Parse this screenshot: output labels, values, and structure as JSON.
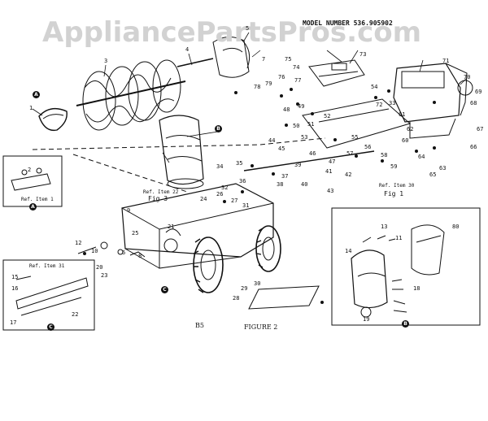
{
  "watermark": "AppliancePartsPros.com",
  "model_number": "MODEL NUMBER 536.905902",
  "page_code": "B5",
  "figure_title": "FIGURE 2",
  "fig_labels": {
    "fig1": "Fig 1",
    "fig3": "Fig 3"
  },
  "ref_labels": {
    "item1": "Ref. Item 1",
    "item22": "Ref. Item 22",
    "item30": "Ref. Item 30",
    "item31": "Ref. Item 31"
  },
  "callouts": {
    "a": "A",
    "b": "B",
    "c": "C"
  },
  "part_numbers": {
    "n1": "1",
    "n2": "2",
    "n3": "3",
    "n4": "4",
    "n5": "5",
    "n6": "6",
    "n7": "7",
    "n8": "8",
    "n9": "9",
    "n10": "10",
    "n11": "11",
    "n12": "12",
    "n13": "13",
    "n14": "14",
    "n15": "15",
    "n16": "16",
    "n17": "17",
    "n18": "18",
    "n19": "19",
    "n20": "20",
    "n21": "21",
    "n22": "22",
    "n23": "23",
    "n24": "24",
    "n25": "25",
    "n26": "26",
    "n27": "27",
    "n28": "28",
    "n29": "29",
    "n30": "30",
    "n31": "31",
    "n32": "32",
    "n33": "33",
    "n34": "34",
    "n35": "35",
    "n36": "36",
    "n37": "37",
    "n38": "38",
    "n39": "39",
    "n40": "40",
    "n41": "41",
    "n42": "42",
    "n43": "43",
    "n44": "44",
    "n45": "45",
    "n46": "46",
    "n47": "47",
    "n48": "48",
    "n49": "49",
    "n50": "50",
    "n51": "51",
    "n52": "52",
    "n53": "53",
    "n54": "54",
    "n55": "55",
    "n56": "56",
    "n57": "57",
    "n58": "58",
    "n59": "59",
    "n60": "60",
    "n61": "61",
    "n62": "62",
    "n63": "63",
    "n64": "64",
    "n65": "65",
    "n66": "66",
    "n67": "67",
    "n68": "68",
    "n69": "69",
    "n70": "70",
    "n71": "71",
    "n72": "72",
    "n73": "73",
    "n74": "74",
    "n75": "75",
    "n76": "76",
    "n77": "77",
    "n78": "78",
    "n79": "79",
    "n80": "80"
  },
  "colors": {
    "ink": "#111111",
    "watermark": "#d2d2d2",
    "background": "#ffffff"
  }
}
